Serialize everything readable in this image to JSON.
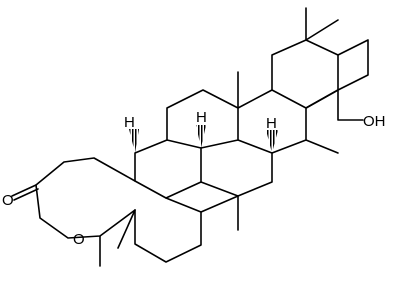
{
  "molecule": {
    "atom_labels": {
      "carbonyl_oxygen": "O",
      "ring_oxygen": "O",
      "hydroxyl": "OH"
    },
    "stereo_labels": {
      "h1": "H",
      "h2": "H",
      "h3": "H"
    }
  },
  "colors": {
    "ink": "#000000",
    "background": "#ffffff"
  }
}
